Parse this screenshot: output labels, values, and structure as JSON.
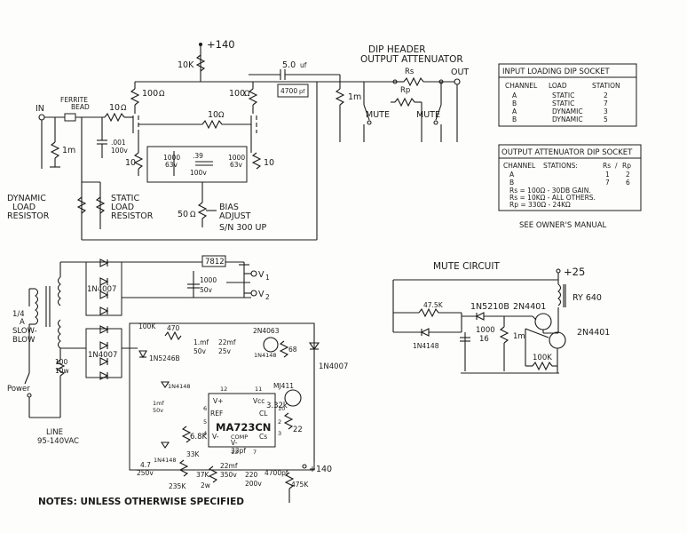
{
  "title_top": "DIP HEADER",
  "title_sub": "OUTPUT ATTENUATOR",
  "supply_top": "+140",
  "labels": {
    "r10k_top": "10K",
    "cap_5": "5.0",
    "cap_5_unit": "uf",
    "cap_4700": "4700",
    "cap_4700_unit": "pf",
    "out": "OUT",
    "in": "IN",
    "ferrite1": "FERRITE",
    "ferrite2": "BEAD",
    "r1m_in": "1m",
    "r10a_l": "10",
    "r10a_m": "10",
    "r100a_l": "100",
    "r100a_r": "100",
    "cap_001a": ".001",
    "cap_001b": "100v",
    "r10a_bl": "10",
    "r10a_br": "10",
    "c1000a": "1000",
    "c1000b": "63v",
    "c39a": ".39",
    "c39b": "100v",
    "c1000c": "1000",
    "c1000d": "63v",
    "r50": "50",
    "bias1": "BIAS",
    "bias2": "ADJUST",
    "bias3": "S/N 300 UP",
    "dyn1": "DYNAMIC",
    "dyn2": "LOAD",
    "dyn3": "RESISTOR",
    "stat1": "STATIC",
    "stat2": "LOAD",
    "stat3": "RESISTOR",
    "r1m_out": "1m",
    "rs": "Rs",
    "rp": "Rp",
    "mute_a": "MUTE",
    "mute_b": "MUTE",
    "reg7812": "7812",
    "c1000_50": "1000",
    "c1000_50b": "50v",
    "v1": "V",
    "v1s": "1",
    "v2": "V",
    "v2s": "2",
    "d1n4007a": "1N4007",
    "d1n4007b": "1N4007",
    "d1n4007c": "1N4007",
    "fuse1": "1/4",
    "fuse1b": "A",
    "fuse2": "SLOW-",
    "fuse3": "BLOW",
    "r100_10w": "100",
    "r100_10wb": "10w",
    "power": "Power",
    "line1": "LINE",
    "line2": "95-140VAC",
    "r100k_a": "100K",
    "r470": "470",
    "c1mf": "1.mf",
    "c1mfb": "50v",
    "c22": "22mf",
    "c22b": "25v",
    "q2n4063": "2N4063",
    "d1n4148a": "1N4148",
    "r68": "68",
    "d1n5246": "1N5246B",
    "d1n4148b": "1N4148",
    "d1n4148c": "1N4148",
    "c1mf50": "1mf",
    "c1mf50b": "50v",
    "mj411": "MJ411",
    "ic": "MA723CN",
    "pin_vplus": "V+",
    "pin_vcc": "Vcc",
    "pin_ref": "REF",
    "pin_cl": "CL",
    "pin_vm": "V-",
    "pin_comp": "COMP",
    "pin_cs": "Cs",
    "pin_vminus": "V-",
    "r332": "3.32k",
    "r22": "22",
    "r68k": "6.8K",
    "c33": "33pf",
    "c47": "4.7",
    "c47b": "250v",
    "r33k": "33K",
    "r235k": "235K",
    "r37k": "37K",
    "r37kb": "2w",
    "c22pf": "22mf",
    "c22pfb": "350v",
    "c220": "220",
    "c220b": "200v",
    "c4700": "4700pf",
    "r475k": "475K",
    "p140b": "+140",
    "notes": "NOTES: UNLESS OTHERWISE SPECIFIED",
    "mute_title": "MUTE CIRCUIT",
    "p25": "+25",
    "ry": "RY 640",
    "r475k_m": "47.5K",
    "d1n5210": "1N5210B",
    "q2n4401a": "2N4401",
    "q2n4401b": "2N4401",
    "d1n4148m": "1N4148",
    "c1000_16": "1000",
    "c1000_16b": "16",
    "r1m_m": "1m",
    "r100k_m": "100K",
    "see": "SEE OWNER'S MANUAL",
    "pin12": "12",
    "pin11": "11",
    "pin6": "6",
    "pin10": "10",
    "pin2": "2",
    "pin3": "3",
    "pin4": "4",
    "pin5": "5",
    "pin13": "13",
    "pin7": "7",
    "node1": "1",
    "node2": "2"
  },
  "input_table": {
    "title": "INPUT LOADING DIP SOCKET",
    "headers": [
      "CHANNEL",
      "LOAD",
      "STATION"
    ],
    "rows": [
      [
        "A",
        "STATIC",
        "2"
      ],
      [
        "B",
        "STATIC",
        "7"
      ],
      [
        "A",
        "DYNAMIC",
        "3"
      ],
      [
        "B",
        "DYNAMIC",
        "5"
      ]
    ]
  },
  "output_table": {
    "title": "OUTPUT ATTENUATOR DIP SOCKET",
    "headers": [
      "CHANNEL",
      "STATIONS:",
      "Rs",
      "/",
      "Rp"
    ],
    "rows": [
      [
        "A",
        "1",
        "2"
      ],
      [
        "B",
        "7",
        "6"
      ]
    ],
    "notes": [
      "Rs = 100Ω - 30DB GAIN.",
      "Rs = 10KΩ - ALL OTHERS.",
      "Rp = 330Ω - 24KΩ"
    ]
  }
}
